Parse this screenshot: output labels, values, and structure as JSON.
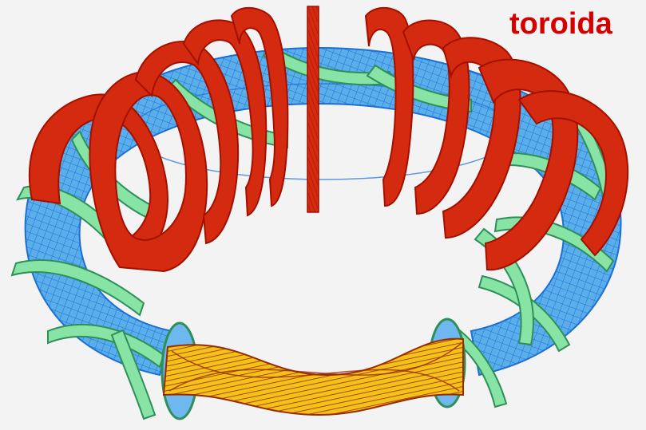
{
  "diagram": {
    "label_text": "toroida",
    "label_color": "#d40000",
    "colors": {
      "background": "#f3f3f3",
      "torus_mesh": "#5aaeea",
      "torus_line": "#1d6fd4",
      "helical_coil": "#88e4a4",
      "helical_coil_edge": "#2f8f5a",
      "toroidal_coil": "#d42a10",
      "toroidal_coil_edge": "#a31000",
      "central_solenoid": "#e01010",
      "plasma_fill": "#f3c21a",
      "plasma_line": "#9a2a00"
    },
    "parts": [
      "toroidal-field-coils",
      "central-solenoid",
      "vacuum-vessel-mesh",
      "helical-coils",
      "plasma-cross-section"
    ]
  }
}
